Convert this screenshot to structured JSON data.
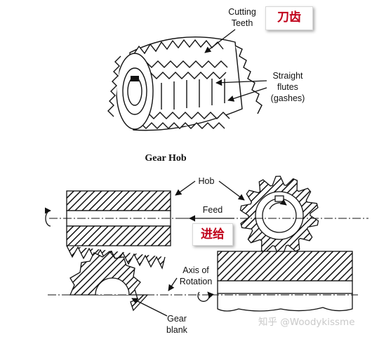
{
  "top": {
    "label_cutting_teeth": [
      "Cutting",
      "Teeth"
    ],
    "label_straight_flutes": [
      "Straight",
      "flutes",
      "(gashes)"
    ],
    "title": "Gear Hob",
    "cn_cutting_teeth": "刀齿"
  },
  "bottom": {
    "label_hob": "Hob",
    "label_feed": "Feed",
    "cn_feed": "进给",
    "label_axis": [
      "Axis of",
      "Rotation"
    ],
    "label_gear_blank": [
      "Gear",
      "blank"
    ]
  },
  "watermark": "知乎 @Woodykissme"
}
